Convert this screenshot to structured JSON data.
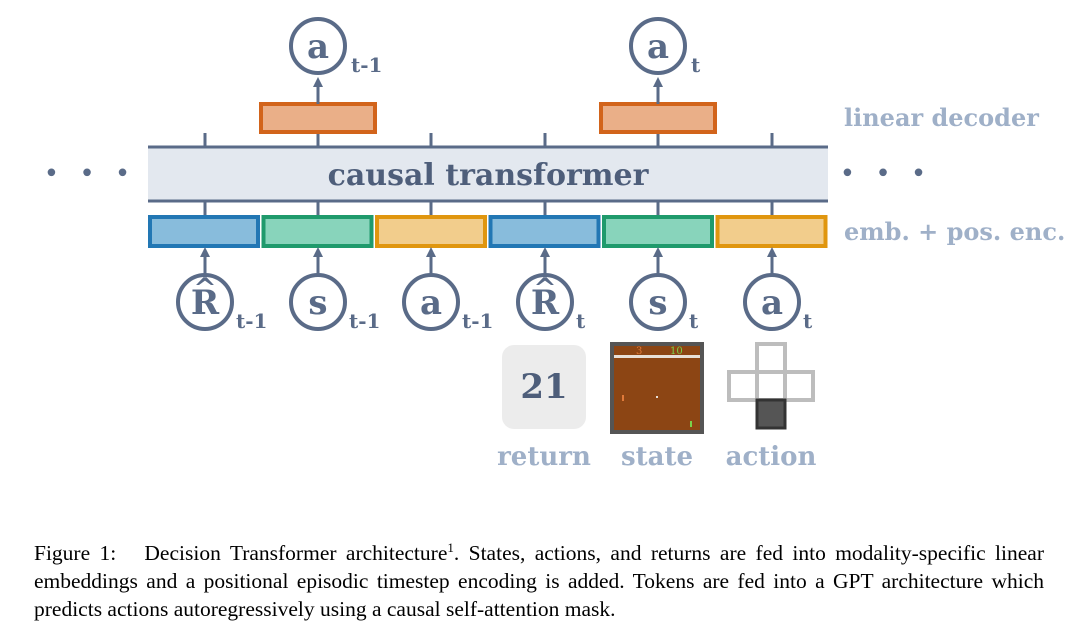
{
  "transformer_label": "causal transformer",
  "decoder_label": "linear decoder",
  "embedding_label": "emb. + pos. enc.",
  "ellipsis": "• • •",
  "inputs": [
    {
      "symbol": "R",
      "hat": "^",
      "subscript": "t-1",
      "color": "#2277b4"
    },
    {
      "symbol": "s",
      "hat": "",
      "subscript": "t-1",
      "color": "#1f9a6c"
    },
    {
      "symbol": "a",
      "hat": "",
      "subscript": "t-1",
      "color": "#e0960f"
    },
    {
      "symbol": "R",
      "hat": "^",
      "subscript": "t",
      "color": "#2277b4"
    },
    {
      "symbol": "s",
      "hat": "",
      "subscript": "t",
      "color": "#1f9a6c"
    },
    {
      "symbol": "a",
      "hat": "",
      "subscript": "t",
      "color": "#e0960f"
    }
  ],
  "outputs": [
    {
      "symbol": "a",
      "subscript": "t-1"
    },
    {
      "symbol": "a",
      "subscript": "t"
    }
  ],
  "example": {
    "return_value": "21",
    "return_label": "return",
    "state_label": "state",
    "action_label": "action",
    "state_scores": [
      "3",
      "10"
    ]
  },
  "caption": {
    "prefix": "Figure 1:",
    "title": "Decision Transformer architecture",
    "footnote": "1",
    "text": ". States, actions, and returns are fed into modality-specific linear embeddings and a positional episodic timestep encoding is added. Tokens are fed into a GPT architecture which predicts actions autoregressively using a causal self-attention mask."
  },
  "colors": {
    "slate": "#5a6b88",
    "label_gray": "#9fb0c8",
    "transformer_fill": "#e3e8ef",
    "decoder_fill": "#eaaf88",
    "decoder_stroke": "#d2641b",
    "return_fill": "#88bcdc",
    "state_fill": "#88d4bb",
    "action_fill": "#f2cd8c"
  }
}
